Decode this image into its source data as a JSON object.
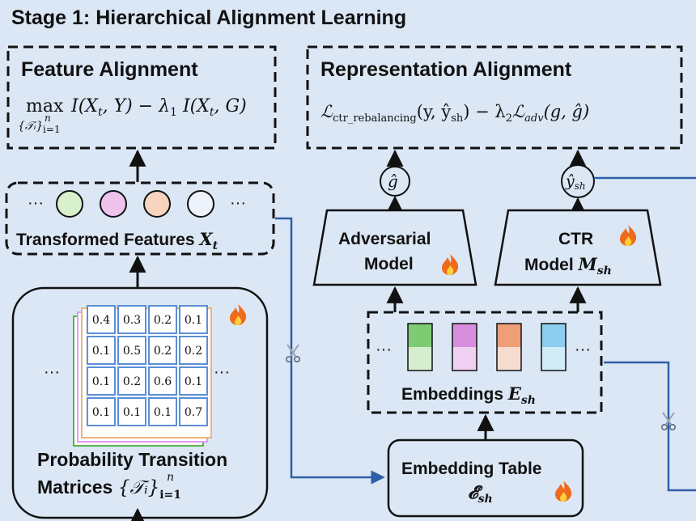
{
  "title": "Stage 1: Hierarchical Alignment Learning",
  "feature_alignment": {
    "heading": "Feature Alignment",
    "formula": {
      "max": "max",
      "subscript": "{𝒯ᵢ}",
      "sub_i": "i=1",
      "sup_n": "n",
      "mutual_info_1": "I(X",
      "t1": "t",
      "rest1": ", Y) − λ",
      "lambda_idx": "1",
      "mutual_info_2": " I(X",
      "t2": "t",
      "rest2": ", G)"
    }
  },
  "representation_alignment": {
    "heading": "Representation Alignment",
    "formula": {
      "L1": "ℒ",
      "L1_sub": "ctr_rebalancing",
      "args1": "(y, ŷ",
      "args1_sub": "sh",
      "minus": ") − λ",
      "lambda_idx": "2",
      "L2": "ℒ",
      "L2_sub": "adv",
      "args2": "(g, ĝ)"
    }
  },
  "transformed_features": {
    "label": "Transformed Features ",
    "var": "X",
    "var_sub": "t",
    "ellipsis": "···",
    "circle_colors": [
      "#d8f0cc",
      "#eec3ec",
      "#f7d4be",
      "#eef2fa"
    ]
  },
  "probability_matrices": {
    "label_line1": "Probability Transition",
    "label_line2": "Matrices ",
    "var": "{𝒯ᵢ}",
    "var_sub": "i=1",
    "var_sup": "n",
    "ellipsis": "···",
    "matrix": [
      [
        "0.4",
        "0.3",
        "0.2",
        "0.1"
      ],
      [
        "0.1",
        "0.5",
        "0.2",
        "0.2"
      ],
      [
        "0.1",
        "0.2",
        "0.6",
        "0.1"
      ],
      [
        "0.1",
        "0.1",
        "0.1",
        "0.7"
      ]
    ],
    "layer_colors": [
      "#5ab24a",
      "#e09cf0",
      "#f2b27a",
      "#5b8fd6"
    ]
  },
  "adversarial_model": {
    "line1": "Adversarial",
    "line2": "Model"
  },
  "ctr_model": {
    "line1": "CTR",
    "line2": "Model ",
    "var": "M",
    "var_sub": "sh"
  },
  "g_hat_node": {
    "symbol": "ĝ"
  },
  "y_hat_node": {
    "symbol": "ŷ",
    "sub": "sh"
  },
  "embeddings": {
    "label": "Embeddings ",
    "var": "E",
    "var_sub": "sh",
    "ellipsis": "···",
    "bars": [
      {
        "top": "#7fcb74",
        "bottom": "#d6edd0"
      },
      {
        "top": "#d98ddf",
        "bottom": "#efd0f0"
      },
      {
        "top": "#ee9f78",
        "bottom": "#f7dccf"
      },
      {
        "top": "#8ccdf0",
        "bottom": "#d2ecf8"
      }
    ]
  },
  "embedding_table": {
    "line1": "Embedding Table",
    "var": "𝓔",
    "var_sub": "sh"
  },
  "icons": {
    "fire": "fire-icon",
    "scissors": "scissors-icon"
  },
  "colors": {
    "line_blue": "#2f5fa8",
    "border": "#111111",
    "background": "#dbe7f5"
  }
}
